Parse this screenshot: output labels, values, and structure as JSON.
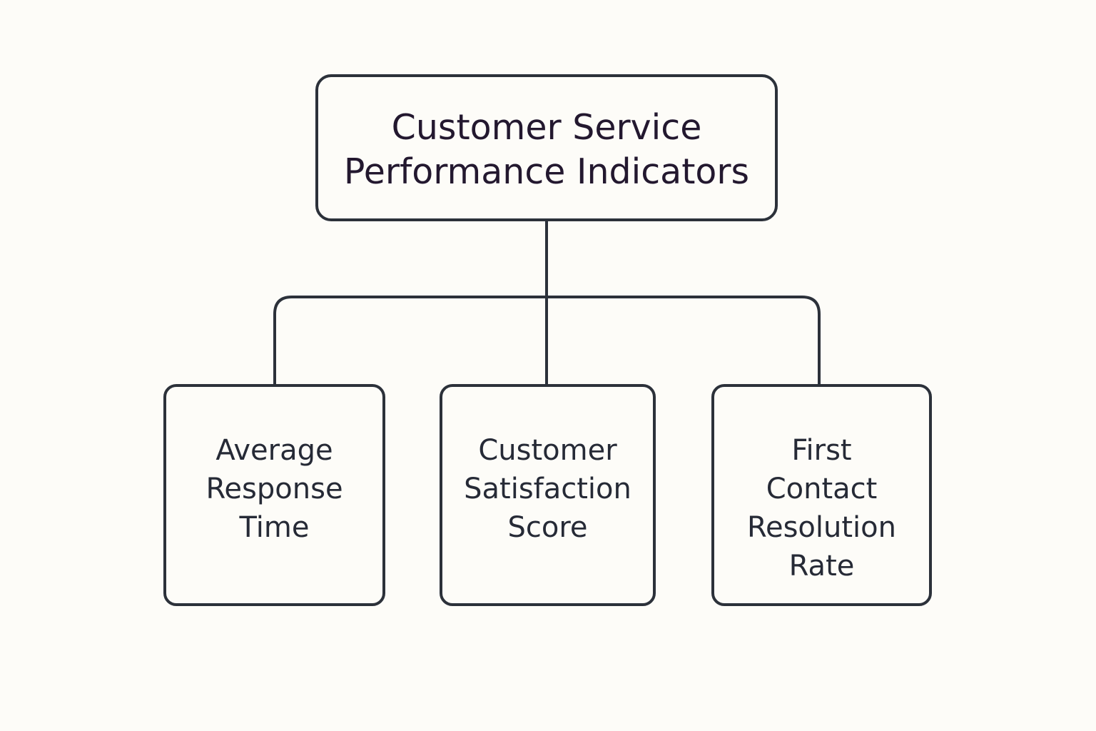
{
  "diagram": {
    "root": {
      "label": "Customer Service\nPerformance Indicators"
    },
    "children": [
      {
        "label": "Average\nResponse\nTime"
      },
      {
        "label": "Customer\nSatisfaction\nScore"
      },
      {
        "label": "First\nContact\nResolution\nRate"
      }
    ],
    "colors": {
      "background": "#fdfcf8",
      "stroke": "#2c313a",
      "root_text": "#23182f",
      "child_text": "#262a36"
    }
  }
}
